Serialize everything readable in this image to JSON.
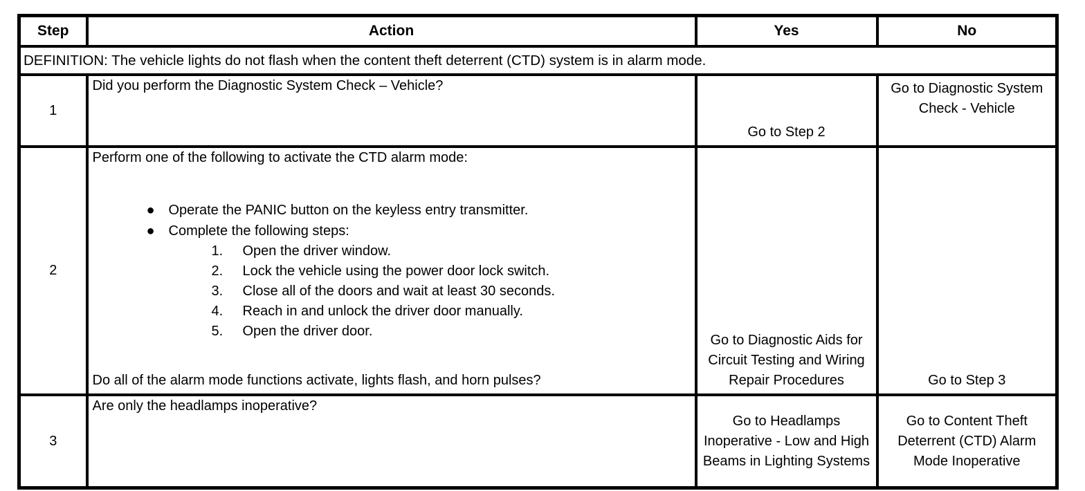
{
  "table": {
    "columns": {
      "step": "Step",
      "action": "Action",
      "yes": "Yes",
      "no": "No"
    },
    "definition": "DEFINITION: The vehicle lights do not flash when the content theft deterrent (CTD) system is in alarm mode.",
    "bullet_glyph": "●",
    "rows": [
      {
        "step": "1",
        "action": {
          "question": "Did you perform the Diagnostic System Check – Vehicle?"
        },
        "yes": "Go to Step 2",
        "no": "Go to Diagnostic System Check - Vehicle"
      },
      {
        "step": "2",
        "action": {
          "intro": "Perform one of the following to activate the CTD alarm mode:",
          "bullets": [
            {
              "text": "Operate the PANIC button on the keyless entry transmitter."
            },
            {
              "text": "Complete the following steps:",
              "substeps": [
                {
                  "num": "1.",
                  "text": "Open the driver window."
                },
                {
                  "num": "2.",
                  "text": "Lock the vehicle using the power door lock switch."
                },
                {
                  "num": "3.",
                  "text": "Close all of the doors and wait at least 30 seconds."
                },
                {
                  "num": "4.",
                  "text": "Reach in and unlock the driver door manually."
                },
                {
                  "num": "5.",
                  "text": "Open the driver door."
                }
              ]
            }
          ],
          "question": "Do all of the alarm mode functions activate, lights flash, and horn pulses?"
        },
        "yes": "Go to Diagnostic Aids for Circuit Testing and Wiring Repair Procedures",
        "no": "Go to Step 3"
      },
      {
        "step": "3",
        "action": {
          "question": "Are only the headlamps inoperative?"
        },
        "yes": "Go to Headlamps Inoperative - Low and High Beams in Lighting Systems",
        "no": "Go to Content Theft Deterrent (CTD) Alarm Mode Inoperative"
      }
    ]
  }
}
